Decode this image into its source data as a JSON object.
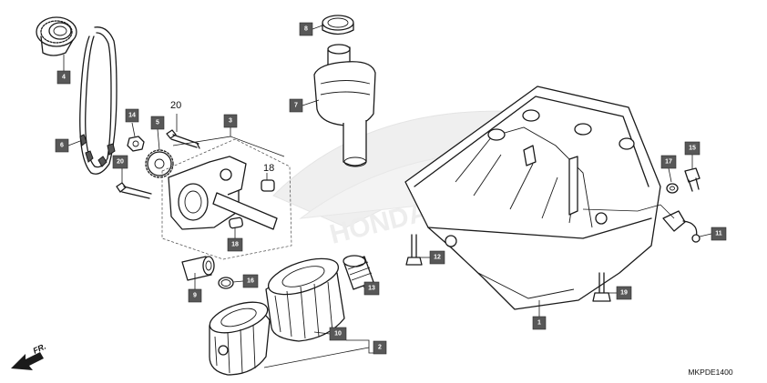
{
  "diagram_code": "MKPDE1400",
  "direction_label": "FR.",
  "watermark_text": "HONDA",
  "callouts": {
    "p1": "1",
    "p2": "2",
    "p3": "3",
    "p4": "4",
    "p5": "5",
    "p6": "6",
    "p7": "7",
    "p8": "8",
    "p9": "9",
    "p10": "10",
    "p11": "11",
    "p12": "12",
    "p13": "13",
    "p14": "14",
    "p15": "15",
    "p16": "16",
    "p17": "17",
    "p18": "18",
    "p19": "19",
    "p20": "20"
  },
  "plain_labels": {
    "bolt20": "20",
    "pin18": "18"
  },
  "colors": {
    "badge_fill": "#585858",
    "badge_text": "#ffffff",
    "line": "#1a1a1a",
    "watermark": "#e9e9e9"
  }
}
